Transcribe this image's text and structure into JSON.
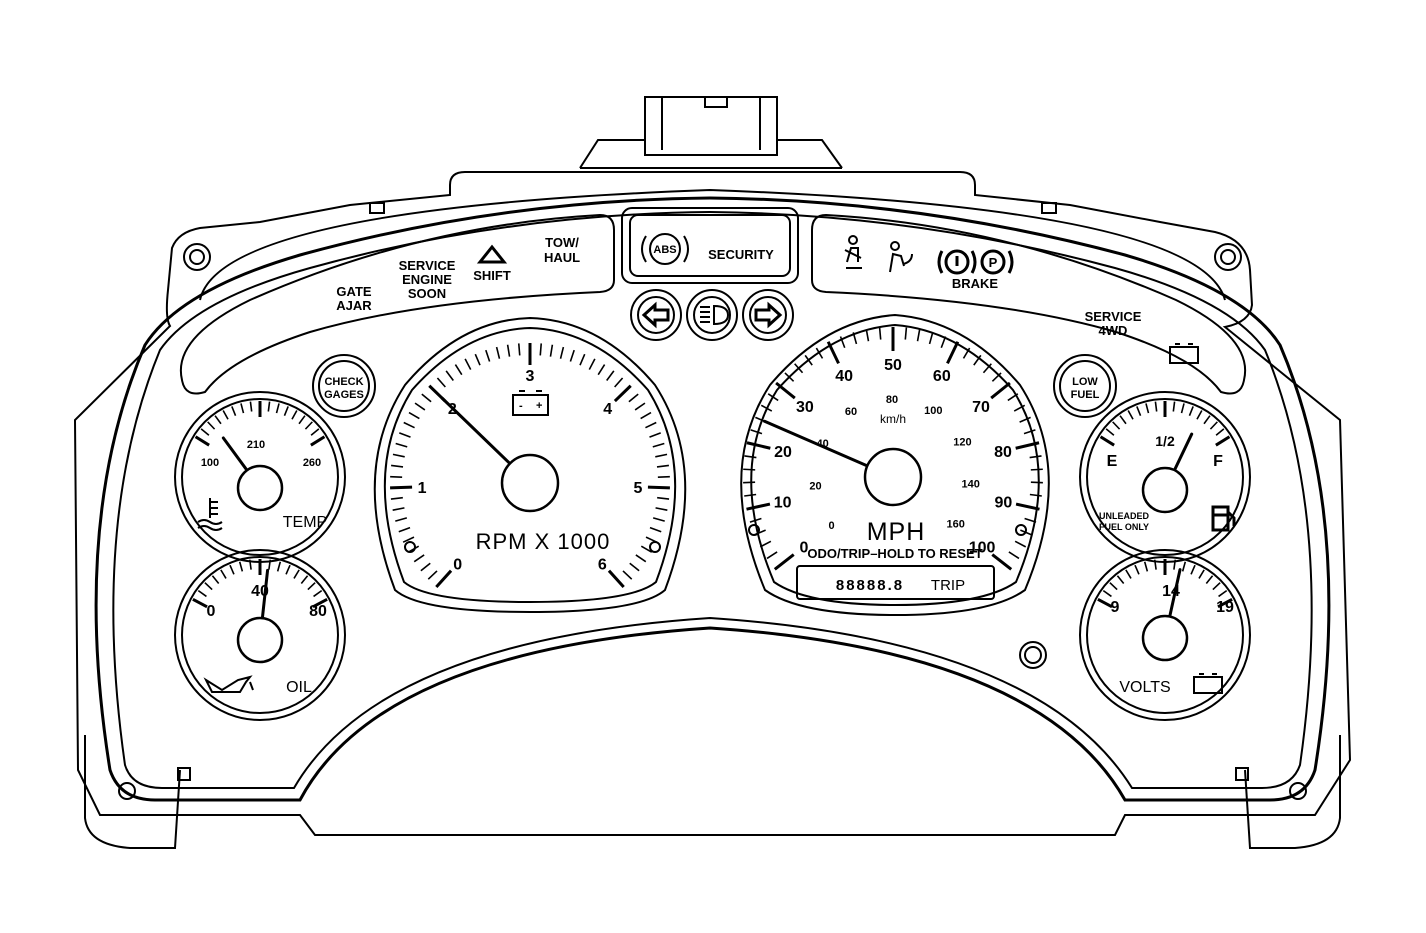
{
  "indicators": {
    "gate_ajar": [
      "GATE",
      "AJAR"
    ],
    "service_engine_soon": [
      "SERVICE",
      "ENGINE",
      "SOON"
    ],
    "shift": "SHIFT",
    "tow_haul": [
      "TOW/",
      "HAUL"
    ],
    "abs": "ABS",
    "security": "SECURITY",
    "brake": "BRAKE",
    "brake_p": "P",
    "service_4wd": [
      "SERVICE",
      "4WD"
    ],
    "check_gages": [
      "CHECK",
      "GAGES"
    ],
    "low_fuel": [
      "LOW",
      "FUEL"
    ]
  },
  "temp_gauge": {
    "label": "TEMP",
    "ticks": [
      "100",
      "210",
      "260"
    ],
    "needle_value": 130,
    "range": [
      100,
      260
    ]
  },
  "oil_gauge": {
    "label": "OIL",
    "ticks": [
      "0",
      "40",
      "80"
    ],
    "needle_value": 44,
    "range": [
      0,
      80
    ]
  },
  "tachometer": {
    "label": "RPM X 1000",
    "ticks": [
      "0",
      "1",
      "2",
      "3",
      "4",
      "5",
      "6"
    ],
    "needle_value": 2.0,
    "range": [
      0,
      6
    ]
  },
  "speedometer": {
    "label": "MPH",
    "sublabel": "km/h",
    "mph_ticks": [
      "0",
      "10",
      "20",
      "30",
      "40",
      "50",
      "60",
      "70",
      "80",
      "90",
      "100"
    ],
    "kmh_ticks": [
      "0",
      "20",
      "40",
      "60",
      "80",
      "100",
      "120",
      "140",
      "160"
    ],
    "needle_value": 24,
    "range": [
      0,
      100
    ]
  },
  "odometer": {
    "hint": "ODO/TRIP–HOLD TO RESET",
    "digits": "88888.8",
    "mode": "TRIP"
  },
  "fuel_gauge": {
    "ticks": [
      "E",
      "1/2",
      "F"
    ],
    "note": [
      "UNLEADED",
      "FUEL ONLY"
    ],
    "needle_fraction": 0.72
  },
  "volts_gauge": {
    "label": "VOLTS",
    "ticks": [
      "9",
      "14",
      "19"
    ],
    "needle_value": 15,
    "range": [
      9,
      19
    ]
  }
}
